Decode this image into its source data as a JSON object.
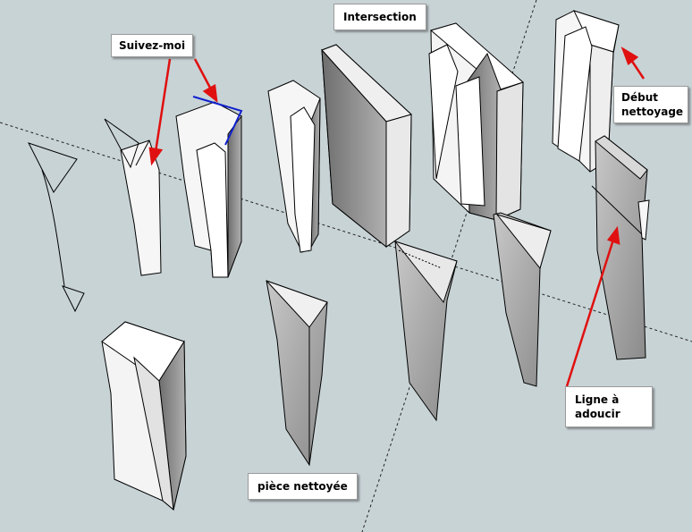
{
  "callouts": {
    "suivez_moi": "Suivez-moi",
    "intersection": "Intersection",
    "debut_nettoyage": "Début\nnettoyage",
    "ligne_a_adoucir": "Ligne à\nadoucir",
    "piece_nettoyee": "pièce nettoyée"
  },
  "colors": {
    "background": "#c8d3d6",
    "face_light": "#f4f4f4",
    "face_shade": "#8c8c8c",
    "face_mid": "#b4b4b4",
    "arrow": "#e01010",
    "highlight": "#1020d0",
    "edge": "#000000"
  }
}
